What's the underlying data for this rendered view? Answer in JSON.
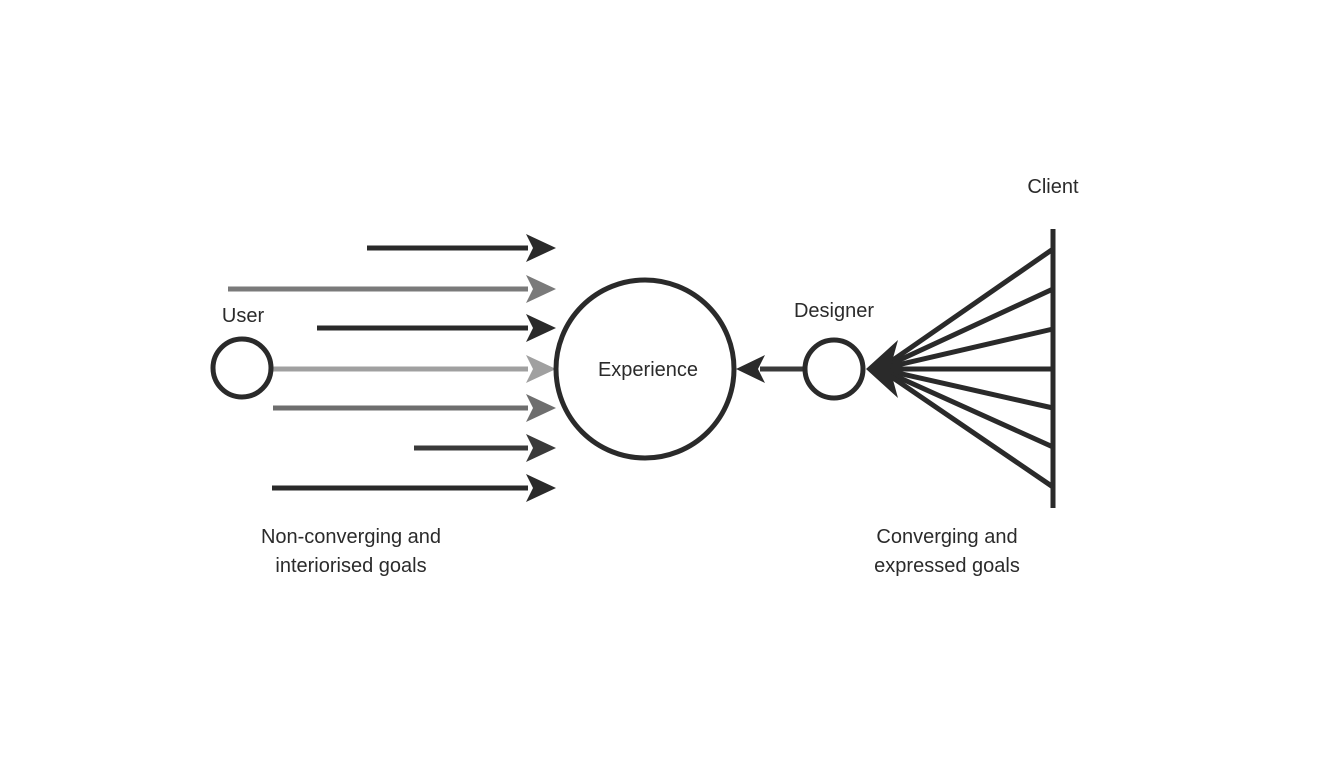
{
  "labels": {
    "user": "User",
    "experience": "Experience",
    "designer": "Designer",
    "client": "Client",
    "left_caption_line1": "Non-converging and",
    "left_caption_line2": "interiorised goals",
    "right_caption_line1": "Converging and",
    "right_caption_line2": "expressed goals"
  },
  "colors": {
    "ink": "#2a2a2a",
    "ink_grey": "#6e6e6e",
    "ink_light": "#9a9a9a",
    "background": "#ffffff"
  },
  "user_goal_arrows": 7,
  "client_lines": 7
}
